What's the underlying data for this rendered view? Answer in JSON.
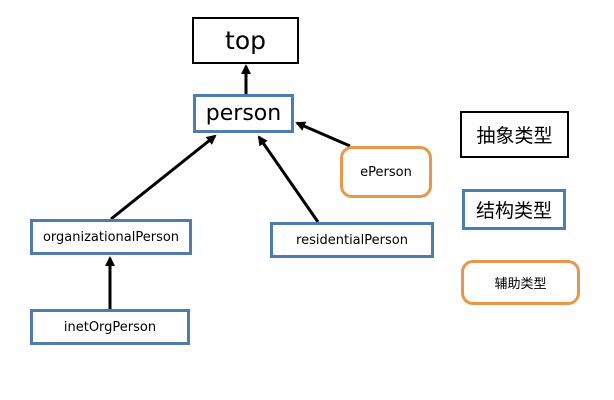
{
  "nodes": {
    "top": {
      "label": "top"
    },
    "person": {
      "label": "person"
    },
    "eperson": {
      "label": "ePerson"
    },
    "organizational_person": {
      "label": "organizationalPerson"
    },
    "residential_person": {
      "label": "residentialPerson"
    },
    "inet_org_person": {
      "label": "inetOrgPerson"
    }
  },
  "edges": [
    {
      "from": "person",
      "to": "top"
    },
    {
      "from": "organizational_person",
      "to": "person"
    },
    {
      "from": "residential_person",
      "to": "person"
    },
    {
      "from": "eperson",
      "to": "person"
    },
    {
      "from": "inet_org_person",
      "to": "organizational_person"
    }
  ],
  "legend": {
    "abstract": {
      "label": "抽象类型"
    },
    "structural": {
      "label": "结构类型"
    },
    "auxiliary": {
      "label": "辅助类型"
    }
  },
  "colors": {
    "abstract_border": "#000000",
    "structural_border": "#4F7BAF",
    "auxiliary_border": "#E8964A",
    "arrow": "#000000"
  }
}
